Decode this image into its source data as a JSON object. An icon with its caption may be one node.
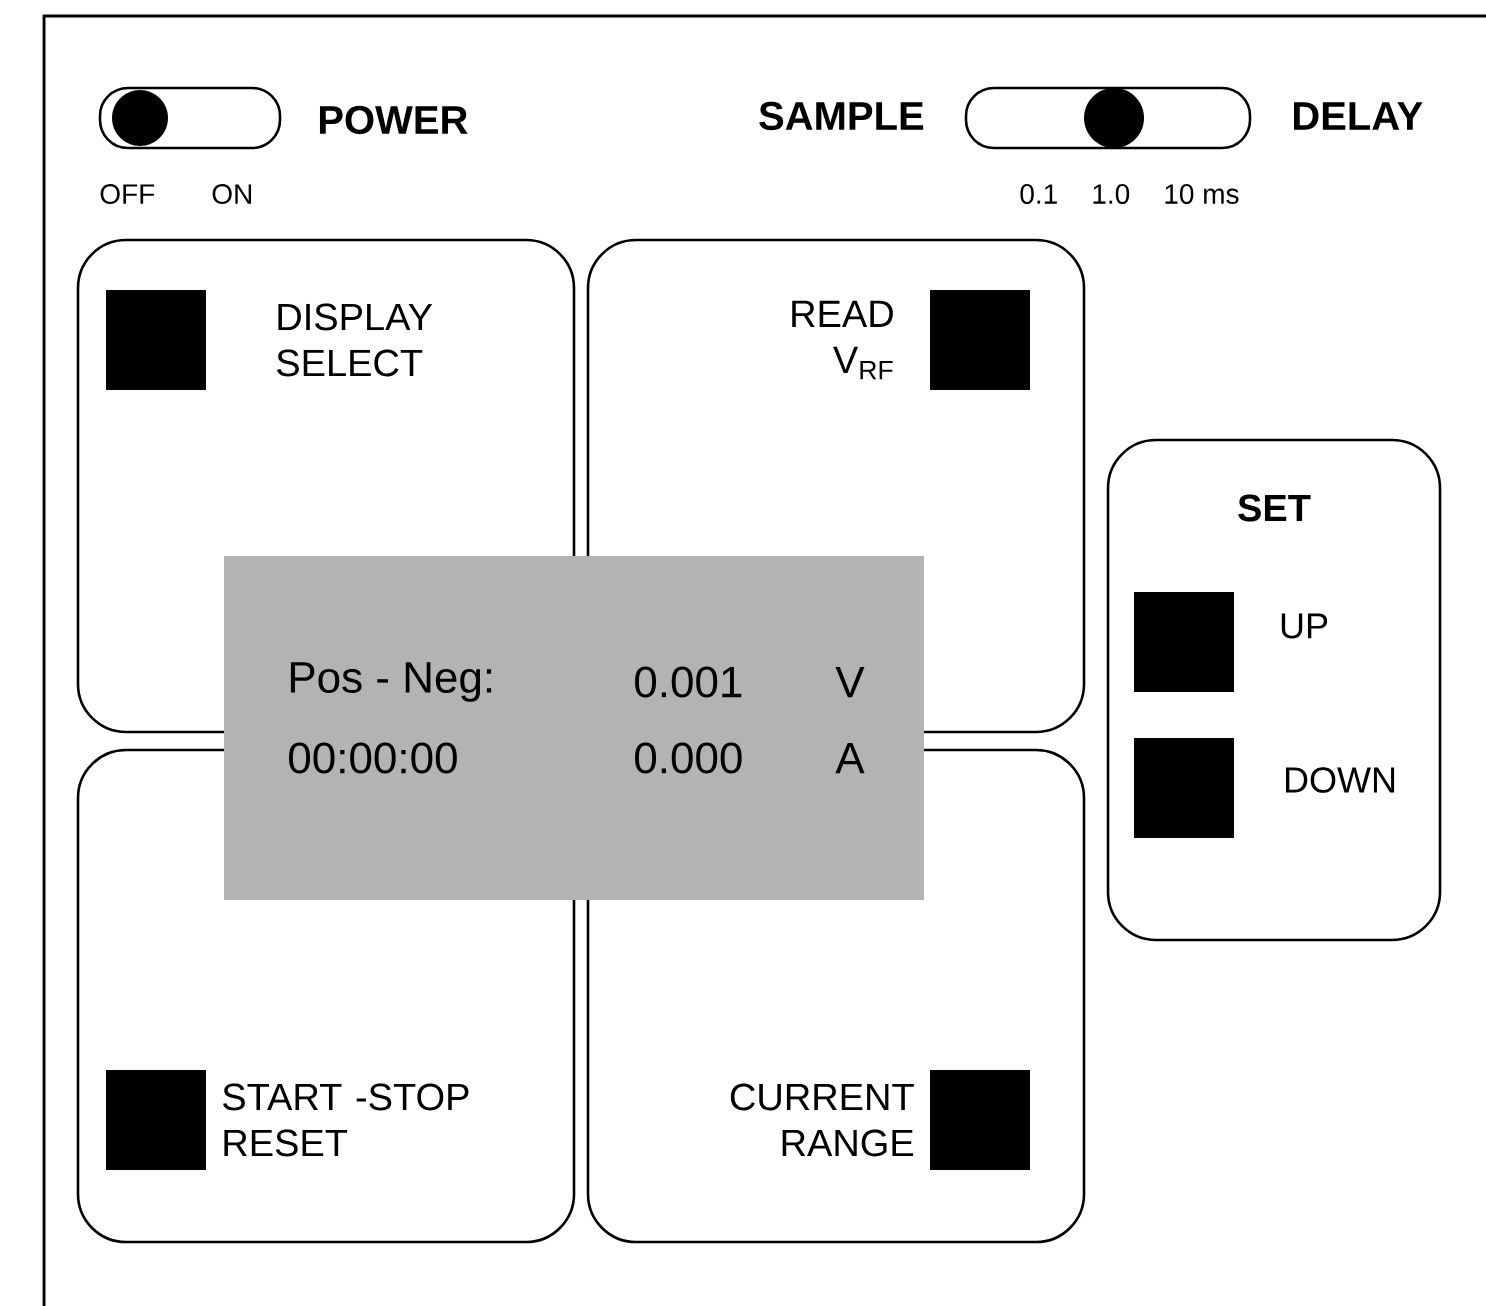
{
  "diagram": {
    "nodes": [
      {
        "text": [
          "DISPLAY SELECT"
        ]
      },
      {
        "text": [
          "READ V$_{RF}$"
        ]
      },
      {
        "text": [
          "SET",
          "UP",
          "DOWN"
        ]
      },
      {
        "text": [
          "Pos - Neg:",
          "0.001",
          "V",
          "00:00:00",
          "0.000",
          "A"
        ]
      },
      {
        "text": [
          "START -STOP RESET"
        ]
      },
      {
        "text": [
          "CURRENT RANGE"
        ]
      }
    ],
    "labels": [
      "POWER",
      "SAMPLE",
      "DELAY",
      "OFF",
      "ON",
      "0.1",
      "1.0",
      "10 ms"
    ]
  }
}
